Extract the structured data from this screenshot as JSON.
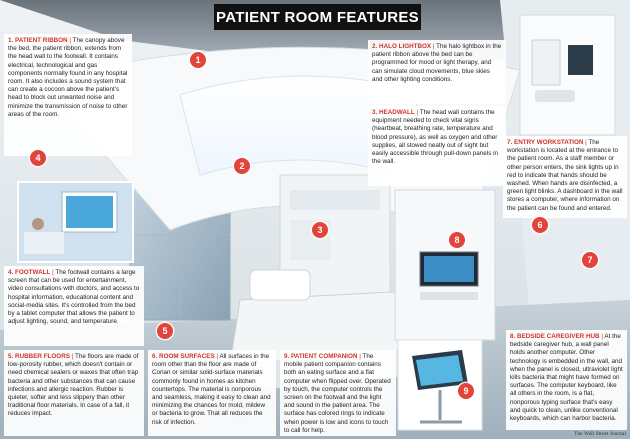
{
  "title": "PATIENT ROOM FEATURES",
  "credit": "The Wall Street Journal",
  "colors": {
    "accent": "#e2443b",
    "heading": "#d0342c",
    "banner": "#111111"
  },
  "markers": [
    "1",
    "2",
    "3",
    "4",
    "5",
    "6",
    "7",
    "8",
    "9"
  ],
  "callouts": [
    {
      "id": "patient-ribbon",
      "num": "1.",
      "title": "PATIENT RIBBON",
      "body": "The canopy above the bed, the patient ribbon, extends from the head wall to the footwall. It contains electrical, technological and gas components normally found in any hospital room. It also includes a sound system that can create a cocoon above the patient's head to block out unwanted noise and minimize the transmission of noise to other areas of the room."
    },
    {
      "id": "halo-lightbox",
      "num": "2.",
      "title": "HALO LIGHTBOX",
      "body": "The halo lightbox in the patient ribbon above the bed can be programmed for mood or light therapy, and can simulate cloud movements, blue skies and other lighting conditions."
    },
    {
      "id": "headwall",
      "num": "3.",
      "title": "HEADWALL",
      "body": "The head wall contains the equipment needed to check vital signs (heartbeat, breathing rate, temperature and blood pressure), as well as oxygen and other supplies, all stowed neatly out of sight but easily accessible through pull-down panels in the wall."
    },
    {
      "id": "footwall",
      "num": "4.",
      "title": "FOOTWALL",
      "body": "The footwall contains a large screen that can be used for entertainment, video consultations with doctors, and access to hospital information, educational content and social-media sites. It's controlled from the bed by a tablet computer that allows the patient to adjust lighting, sound, and temperature."
    },
    {
      "id": "rubber-floors",
      "num": "5.",
      "title": "RUBBER FLOORS",
      "body": "The floors are made of low-porosity rubber, which doesn't contain or need chemical sealers or waxes that often trap bacteria and other substances that can cause infections and allergic reaction. Rubber is quieter, softer and less slippery than other traditional floor materials. In case of a fall, it reduces impact."
    },
    {
      "id": "room-surfaces",
      "num": "6.",
      "title": "ROOM SURFACES",
      "body": "All surfaces in the room other than the floor are made of Corian or similar solid-surface materials commonly found in homes as kitchen countertops. The material is nonporous and seamless, making it easy to clean and minimizing the chances for mold, mildew or bacteria to grow. That all reduces the risk of infection."
    },
    {
      "id": "entry-workstation",
      "num": "7.",
      "title": "ENTRY WORKSTATION",
      "body": "The workstation is located at the entrance to the patient room. As a staff member or other person enters, the sink lights up in red to indicate that hands should be washed. When hands are disinfected, a green light blinks. A dashboard in the wall stores a computer, where information on the patient can be found and entered."
    },
    {
      "id": "bedside-caregiver-hub",
      "num": "8.",
      "title": "BEDSIDE CAREGIVER HUB",
      "body": "At the bedside caregiver hub, a wall panel holds another computer. Other technology is embedded in the wall, and when the panel is closed, ultraviolet light kills bacteria that might have formed on surfaces. The computer keyboard, like all others in the room, is a flat, nonporous typing surface that's easy and quick to clean, unlike conventional keyboards, which can harbor bacteria."
    },
    {
      "id": "patient-companion",
      "num": "9.",
      "title": "PATIENT COMPANION",
      "body": "The mobile patient companion contains both an eating surface and a flat computer when flipped over. Operated by touch, the computer controls the screen on the footwall and the light and sound in the patient area. The surface has colored rings to indicate when power is low and icons to touch to call for help."
    }
  ]
}
